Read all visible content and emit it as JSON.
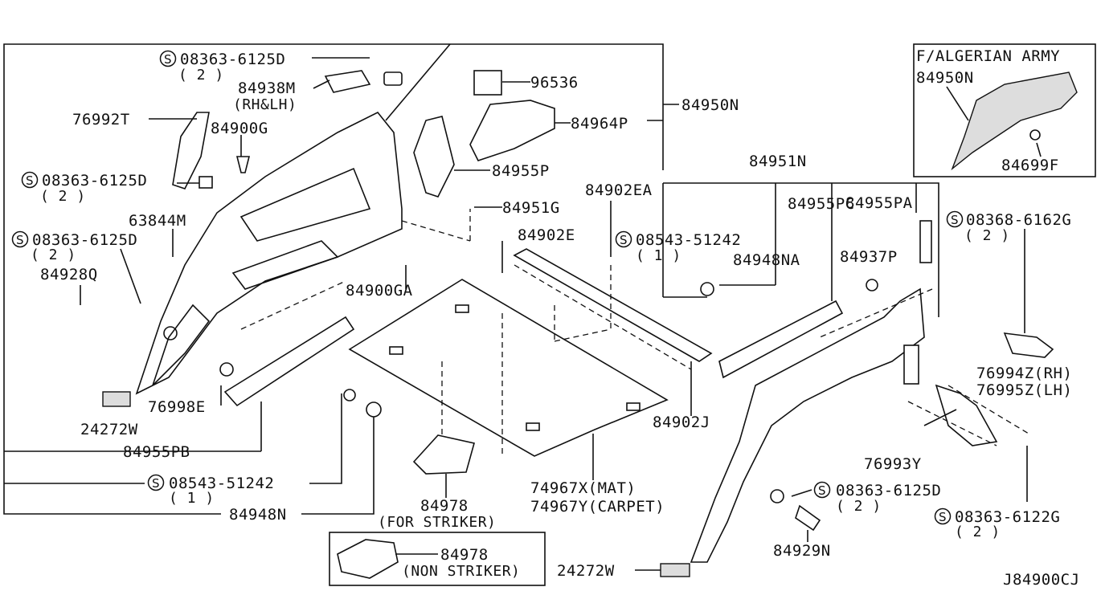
{
  "diagram": {
    "code": "J84900CJ",
    "inset": {
      "title": "F/ALGERIAN ARMY",
      "part_a": "84950N",
      "part_b": "84699F"
    },
    "screw_symbol": "S",
    "labels": {
      "p08363_6125D_top": "08363-6125D",
      "q2_top": "( 2 )",
      "p84938M": "84938M",
      "rh_lh": "(RH&LH)",
      "p76992T": "76992T",
      "p84900G": "84900G",
      "p08363_6125D_mid": "08363-6125D",
      "q2_mid": "( 2 )",
      "p63844M": "63844M",
      "p08363_6125D_left": "08363-6125D",
      "q2_left": "( 2 )",
      "p84928Q": "84928Q",
      "p96536": "96536",
      "p84964P": "84964P",
      "p84950N": "84950N",
      "p84955P": "84955P",
      "p84951G": "84951G",
      "p84902EA": "84902EA",
      "p84902E": "84902E",
      "p84900GA": "84900GA",
      "p76998E": "76998E",
      "p24272W_left": "24272W",
      "p84955PB": "84955PB",
      "p08543_51242_bot": "08543-51242",
      "q1_bot": "( 1 )",
      "p84948N": "84948N",
      "p84978_striker": "84978",
      "for_striker": "(FOR STRIKER)",
      "p84978_non": "84978",
      "non_striker": "(NON STRIKER)",
      "p74967X": "74967X(MAT)",
      "p74967Y": "74967Y(CARPET)",
      "p84902J": "84902J",
      "p84951N": "84951N",
      "p08543_51242_mid": "08543-51242",
      "q1_mid": "( 1 )",
      "p84948NA": "84948NA",
      "p84955PC": "84955PC",
      "p84955PA": "84955PA",
      "p84937P": "84937P",
      "p08368_6162G": "08368-6162G",
      "q2_6162G": "( 2 )",
      "p76994Z": "76994Z(RH)",
      "p76995Z": "76995Z(LH)",
      "p76993Y": "76993Y",
      "p08363_6125D_right": "08363-6125D",
      "q2_right": "( 2 )",
      "p08363_6122G": "08363-6122G",
      "q2_6122G": "( 2 )",
      "p84929N": "84929N",
      "p24272W_right": "24272W"
    }
  }
}
